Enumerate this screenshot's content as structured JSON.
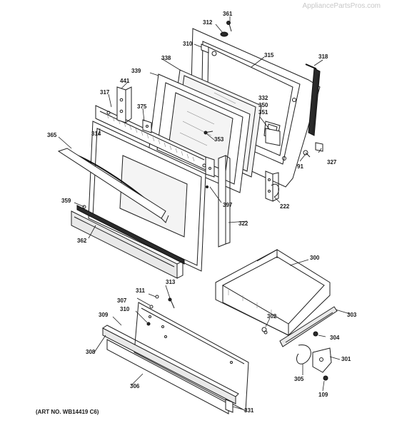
{
  "watermark": "AppliancePartsPros.com",
  "art_number": "(ART NO. WB14419 C6)",
  "labels": [
    {
      "id": "361",
      "text": "361"
    },
    {
      "id": "312",
      "text": "312"
    },
    {
      "id": "310a",
      "text": "310"
    },
    {
      "id": "315",
      "text": "315"
    },
    {
      "id": "318",
      "text": "318"
    },
    {
      "id": "338",
      "text": "338"
    },
    {
      "id": "339",
      "text": "339"
    },
    {
      "id": "441",
      "text": "441"
    },
    {
      "id": "317",
      "text": "317"
    },
    {
      "id": "375",
      "text": "375"
    },
    {
      "id": "332",
      "text": "332"
    },
    {
      "id": "350",
      "text": "350"
    },
    {
      "id": "351",
      "text": "351"
    },
    {
      "id": "365",
      "text": "365"
    },
    {
      "id": "314",
      "text": "314"
    },
    {
      "id": "353",
      "text": "353"
    },
    {
      "id": "327",
      "text": "327"
    },
    {
      "id": "91",
      "text": "91"
    },
    {
      "id": "397",
      "text": "397"
    },
    {
      "id": "222",
      "text": "222"
    },
    {
      "id": "359",
      "text": "359"
    },
    {
      "id": "322",
      "text": "322"
    },
    {
      "id": "362",
      "text": "362"
    },
    {
      "id": "300",
      "text": "300"
    },
    {
      "id": "313",
      "text": "313"
    },
    {
      "id": "311",
      "text": "311"
    },
    {
      "id": "307",
      "text": "307"
    },
    {
      "id": "310b",
      "text": "310"
    },
    {
      "id": "309",
      "text": "309"
    },
    {
      "id": "302",
      "text": "302"
    },
    {
      "id": "303",
      "text": "303"
    },
    {
      "id": "304",
      "text": "304"
    },
    {
      "id": "308",
      "text": "308"
    },
    {
      "id": "301",
      "text": "301"
    },
    {
      "id": "305",
      "text": "305"
    },
    {
      "id": "306",
      "text": "306"
    },
    {
      "id": "109",
      "text": "109"
    },
    {
      "id": "331",
      "text": "331"
    }
  ]
}
